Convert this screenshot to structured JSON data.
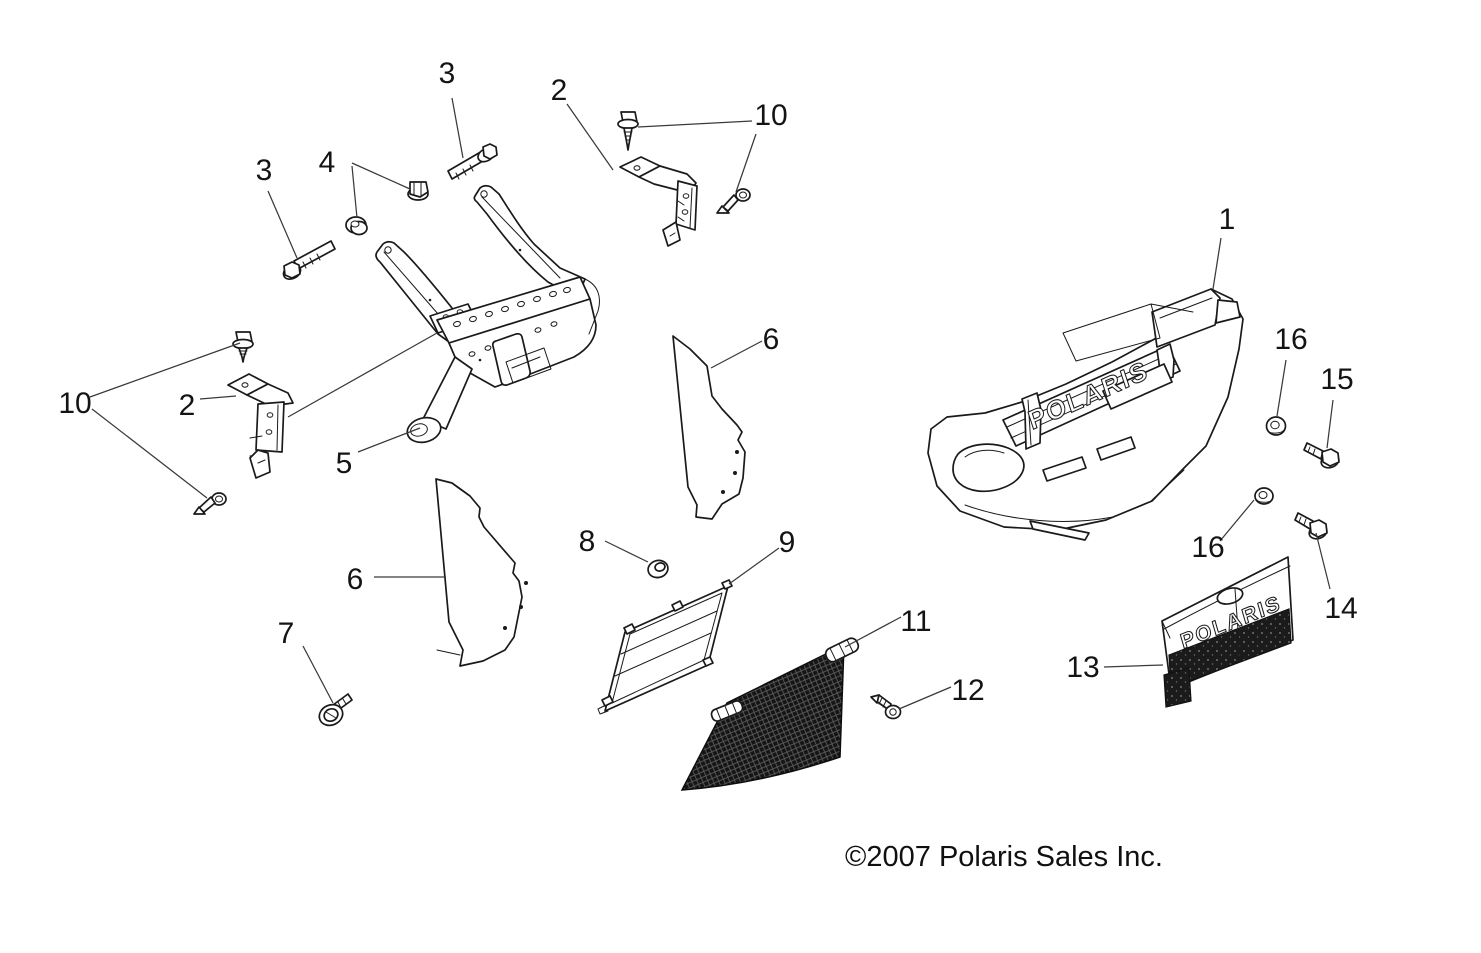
{
  "diagram": {
    "title_number_style": "exploded-parts-diagram",
    "copyright": "©2007 Polaris Sales Inc.",
    "logos": {
      "bumper": "POLARIS",
      "grille": "POLARIS"
    },
    "callouts": [
      {
        "label": "front-bumper-fascia",
        "number": "1"
      },
      {
        "label": "mounting-bracket-right",
        "number": "2"
      },
      {
        "label": "mounting-bracket-left",
        "number": "2"
      },
      {
        "label": "hex-flange-bolt-upper",
        "number": "3"
      },
      {
        "label": "hex-flange-bolt-lower",
        "number": "3"
      },
      {
        "label": "nut-and-bushing",
        "number": "4"
      },
      {
        "label": "bumper-support-frame",
        "number": "5"
      },
      {
        "label": "side-panel-right",
        "number": "6"
      },
      {
        "label": "side-panel-left",
        "number": "6"
      },
      {
        "label": "washer-head-screw",
        "number": "7"
      },
      {
        "label": "grommet",
        "number": "8"
      },
      {
        "label": "screen-support-frame",
        "number": "9"
      },
      {
        "label": "fastener-pair-right",
        "number": "10"
      },
      {
        "label": "fastener-pair-left",
        "number": "10"
      },
      {
        "label": "mesh-screen",
        "number": "11"
      },
      {
        "label": "tapping-screw",
        "number": "12"
      },
      {
        "label": "front-grille",
        "number": "13"
      },
      {
        "label": "grille-bolt-lower",
        "number": "14"
      },
      {
        "label": "grille-bolt-upper",
        "number": "15"
      },
      {
        "label": "washer-upper",
        "number": "16"
      },
      {
        "label": "washer-lower",
        "number": "16"
      }
    ]
  }
}
